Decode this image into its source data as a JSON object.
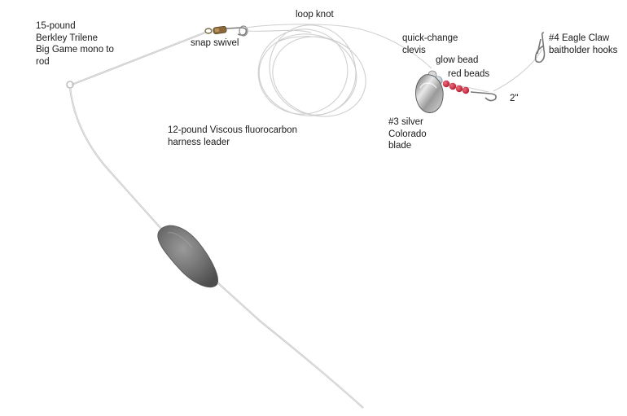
{
  "labels": {
    "main_line": [
      "15-pound",
      "Berkley Trilene",
      "Big Game mono to",
      "rod"
    ],
    "snap_swivel": "snap swivel",
    "loop_knot": "loop knot",
    "clevis": [
      "quick-change",
      "clevis"
    ],
    "glow_bead": "glow bead",
    "red_beads": "red beads",
    "hooks": [
      "#4 Eagle Claw",
      "baitholder hooks"
    ],
    "spacing": "2\"",
    "blade": [
      "#3 silver",
      "Colorado",
      "blade"
    ],
    "leader": [
      "12-pound Viscous fluorocarbon",
      "harness leader"
    ]
  },
  "colors": {
    "line": "#d3d3d3",
    "line_shadow": "#b5b5b5",
    "sinker": "#6e6e6e",
    "red_bead": "#c8283c",
    "glow_bead": "#c9d2d8",
    "blade": "#9a9a9a",
    "hook": "#777777",
    "brass": "#8a6a3a",
    "text": "#1a1a1a"
  },
  "icons": [
    "bottom-bouncer-icon",
    "sinker-icon",
    "snap-swivel-icon",
    "leader-coil-icon",
    "colorado-blade-icon",
    "bead-icon",
    "hook-icon"
  ]
}
